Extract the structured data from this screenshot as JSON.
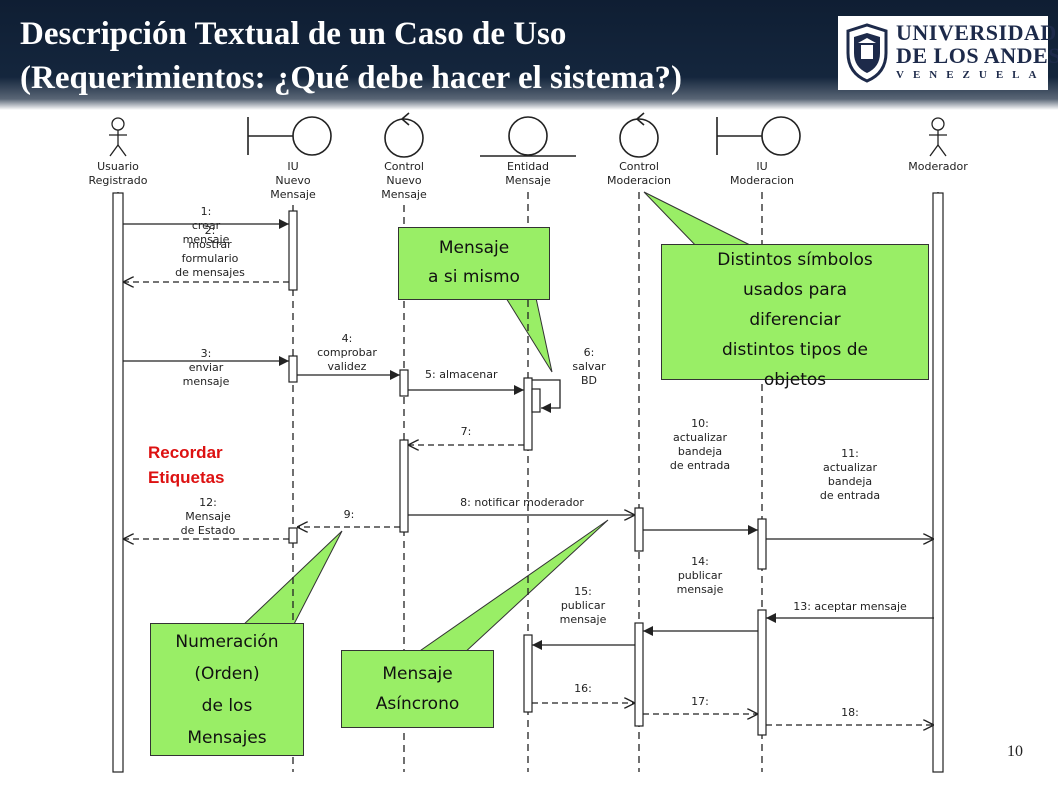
{
  "slide": {
    "title_line1": "Descripción Textual de un Caso de Uso",
    "title_line2": "(Requerimientos: ¿Qué debe hacer el sistema?)",
    "page_number": "10"
  },
  "logo": {
    "line1": "UNIVERSIDAD",
    "line2": "DE LOS ANDES",
    "line3": "VENEZUELA"
  },
  "lifelines": [
    {
      "kind": "actor",
      "lines": [
        "Usuario",
        "Registrado"
      ]
    },
    {
      "kind": "boundary",
      "lines": [
        "IU",
        "Nuevo",
        "Mensaje"
      ]
    },
    {
      "kind": "control",
      "lines": [
        "Control",
        "Nuevo",
        "Mensaje"
      ]
    },
    {
      "kind": "entity",
      "lines": [
        "Entidad",
        "Mensaje"
      ]
    },
    {
      "kind": "control",
      "lines": [
        "Control",
        "Moderacion"
      ]
    },
    {
      "kind": "boundary",
      "lines": [
        "IU",
        "Moderacion"
      ]
    },
    {
      "kind": "actor",
      "lines": [
        "Moderador"
      ]
    }
  ],
  "messages": [
    {
      "lines": [
        "1:",
        "crear",
        "mensaje"
      ],
      "style": "sync"
    },
    {
      "lines": [
        "2:",
        "mostrar",
        "formulario",
        "de mensajes"
      ],
      "style": "return"
    },
    {
      "lines": [
        "3:",
        "enviar",
        "mensaje"
      ],
      "style": "sync"
    },
    {
      "lines": [
        "4:",
        "comprobar",
        "validez"
      ],
      "style": "sync"
    },
    {
      "lines": [
        "5: almacenar"
      ],
      "style": "sync"
    },
    {
      "lines": [
        "6:",
        "salvar",
        "BD"
      ],
      "style": "self"
    },
    {
      "lines": [
        "7:"
      ],
      "style": "return"
    },
    {
      "lines": [
        "8: notificar moderador"
      ],
      "style": "async"
    },
    {
      "lines": [
        "9:"
      ],
      "style": "return"
    },
    {
      "lines": [
        "10:",
        "actualizar",
        "bandeja",
        "de entrada"
      ],
      "style": "sync"
    },
    {
      "lines": [
        "11:",
        "actualizar",
        "bandeja",
        "de entrada"
      ],
      "style": "async"
    },
    {
      "lines": [
        "12:",
        "Mensaje",
        "de Estado"
      ],
      "style": "return"
    },
    {
      "lines": [
        "13: aceptar mensaje"
      ],
      "style": "sync"
    },
    {
      "lines": [
        "14:",
        "publicar",
        "mensaje"
      ],
      "style": "sync"
    },
    {
      "lines": [
        "15:",
        "publicar",
        "mensaje"
      ],
      "style": "sync"
    },
    {
      "lines": [
        "16:"
      ],
      "style": "return"
    },
    {
      "lines": [
        "17:"
      ],
      "style": "return"
    },
    {
      "lines": [
        "18:"
      ],
      "style": "return"
    }
  ],
  "notes": {
    "mensaje_mismo": [
      "Mensaje",
      "a si mismo"
    ],
    "simbolos": [
      "Distintos símbolos",
      "usados para",
      "diferenciar",
      "distintos tipos de",
      "objetos"
    ],
    "numeracion": [
      "Numeración",
      "(Orden)",
      "de los",
      "Mensajes"
    ],
    "asincrono": [
      "Mensaje",
      "Asíncrono"
    ]
  },
  "reminder": [
    "Recordar",
    "Etiquetas"
  ],
  "colors": {
    "header_bg": "#14263d",
    "note_fill": "#99ee66",
    "reminder_text": "#dd1111",
    "logo_text": "#1d2a4a"
  }
}
